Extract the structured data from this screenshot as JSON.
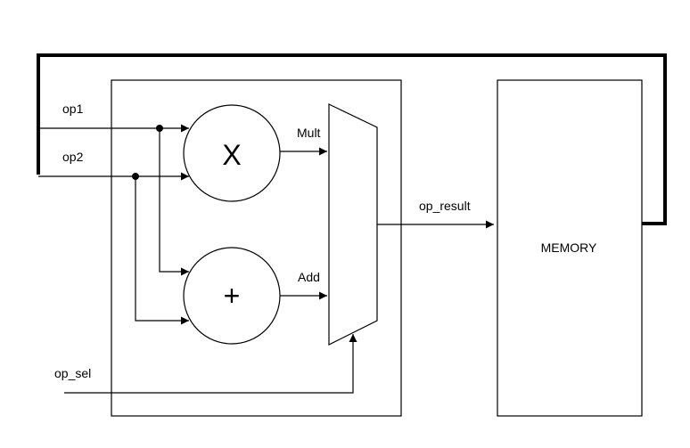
{
  "inputs": {
    "op1": "op1",
    "op2": "op2",
    "op_sel": "op_sel"
  },
  "operators": {
    "multiply_symbol": "X",
    "add_symbol": "+"
  },
  "mux": {
    "mult_label": "Mult",
    "add_label": "Add"
  },
  "output": {
    "op_result": "op_result"
  },
  "memory": {
    "label": "MEMORY"
  }
}
